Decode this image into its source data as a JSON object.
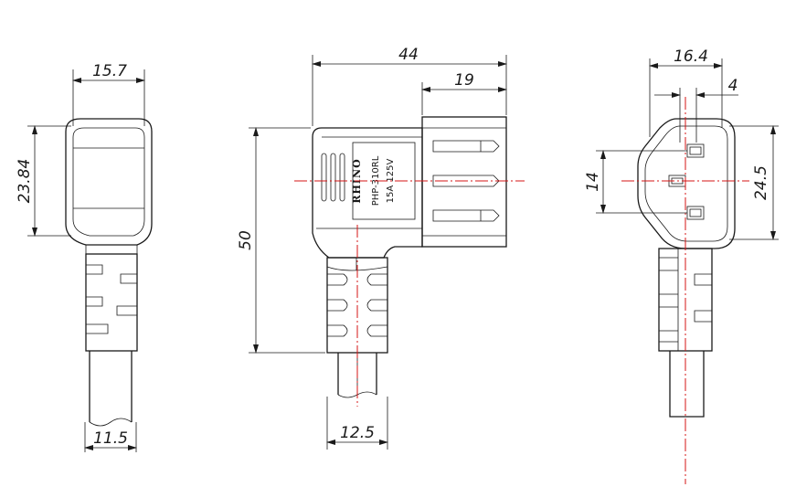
{
  "colors": {
    "line": "#1a1a1a",
    "centerline": "#d41414",
    "background": "#ffffff"
  },
  "left_view": {
    "width_top": "15.7",
    "height": "23.84",
    "cable_width": "11.5"
  },
  "middle_view": {
    "total_width": "44",
    "head_width": "19",
    "height": "50",
    "cable_width": "12.5",
    "label": {
      "brand": "RHINO",
      "model": "PHP-310RL",
      "rating": "15A  125V"
    }
  },
  "right_view": {
    "width": "16.4",
    "pin_offset": "4",
    "pin_span": "14",
    "height": "24.5"
  }
}
